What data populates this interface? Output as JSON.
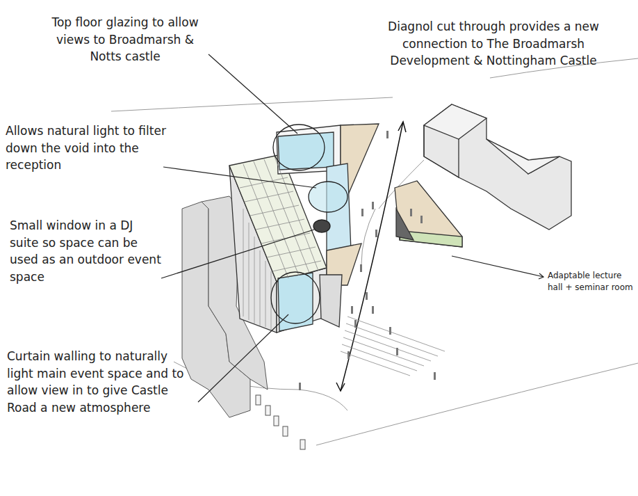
{
  "diagram": {
    "labels": [
      "Top floor glazing to allow views to Broadmarsh & Notts castle",
      "Allows natural light to filter down the void into the reception",
      "Small window in a DJ suite so space can be used as an outdoor event space",
      "Curtain walling to naturally light main event space and to allow view in to give Castle Road a new atmosphere",
      "Diagnol cut through provides a new connection to The Broadmarsh Development & Nottingham Castle",
      "Adaptable lecture hall + seminar room"
    ]
  }
}
